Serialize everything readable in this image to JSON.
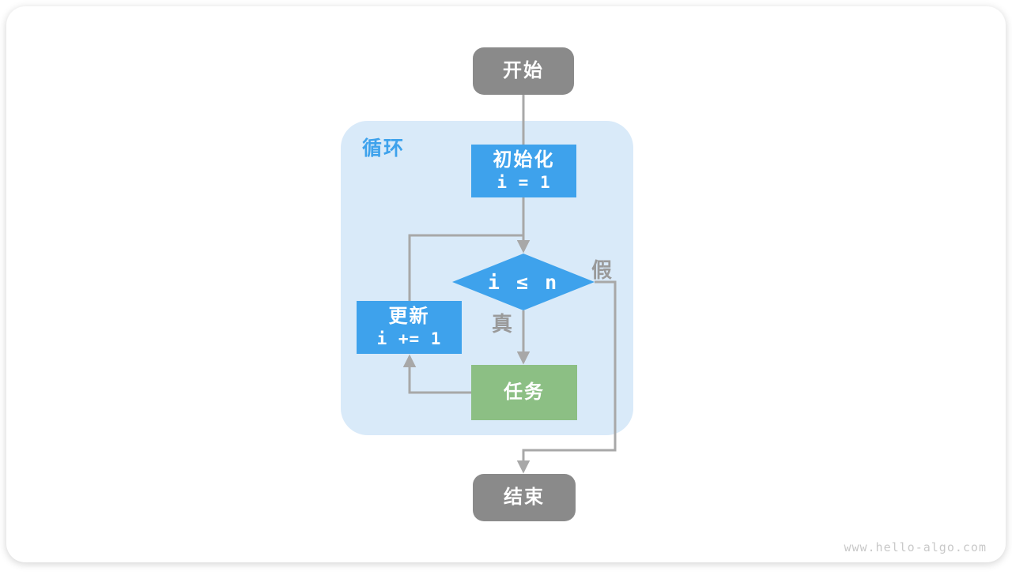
{
  "page": {
    "watermark": "www.hello-algo.com"
  },
  "colors": {
    "node_blue": "#3EA2EC",
    "node_green": "#8CBF84",
    "node_gray": "#8A8A8A",
    "loop_background": "#D9EAF9",
    "edge_gray": "#A8A8A8",
    "branch_label_gray": "#9A9A9A",
    "watermark_gray": "#C9C9C9"
  },
  "diagram": {
    "type": "flowchart",
    "loop_label": "循环",
    "nodes": {
      "start": {
        "label": "开始"
      },
      "init": {
        "label": "初始化",
        "code": "i = 1"
      },
      "condition": {
        "label": "i ≤ n"
      },
      "update": {
        "label": "更新",
        "code": "i += 1"
      },
      "task": {
        "label": "任务"
      },
      "end": {
        "label": "结束"
      }
    },
    "edge_labels": {
      "true": "真",
      "false": "假"
    },
    "edges": [
      "start -> init",
      "init -> condition",
      "condition -[真]-> task",
      "task -> update",
      "update -> condition",
      "condition -[假]-> end"
    ]
  }
}
